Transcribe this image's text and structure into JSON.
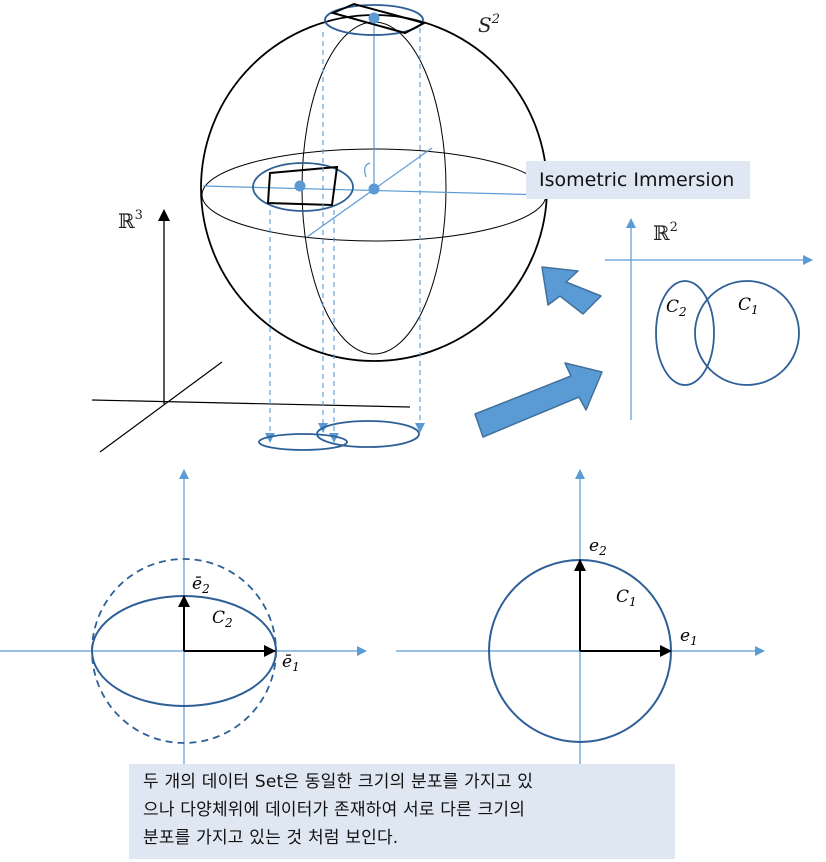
{
  "labels": {
    "sphere": "S",
    "sphere_sup": "2",
    "r3": "ℝ",
    "r3_sup": "3",
    "r2": "ℝ",
    "r2_sup": "2",
    "c1": "C",
    "c1_sub": "1",
    "c2": "C",
    "c2_sub": "2",
    "ebar1": "ē",
    "ebar1_sub": "1",
    "ebar2": "ē",
    "ebar2_sub": "2",
    "e1": "e",
    "e1_sub": "1",
    "e2": "e",
    "e2_sub": "2"
  },
  "isometric_label": "Isometric Immersion",
  "caption": {
    "lines": [
      "두 개의 데이터 Set은 동일한 크기의 분포를 가지고 있",
      "으나 다양체위에 데이터가 존재하여 서로 다른 크기의",
      "분포를 가지고 있는 것 처럼 보인다."
    ]
  },
  "colors": {
    "line": "#000000",
    "blue": "#5b9bd5",
    "dark_blue": "#2e5f97",
    "arrow_fill": "#5b9bd5",
    "arrow_stroke": "#41719c",
    "box": "#dee7f2"
  }
}
